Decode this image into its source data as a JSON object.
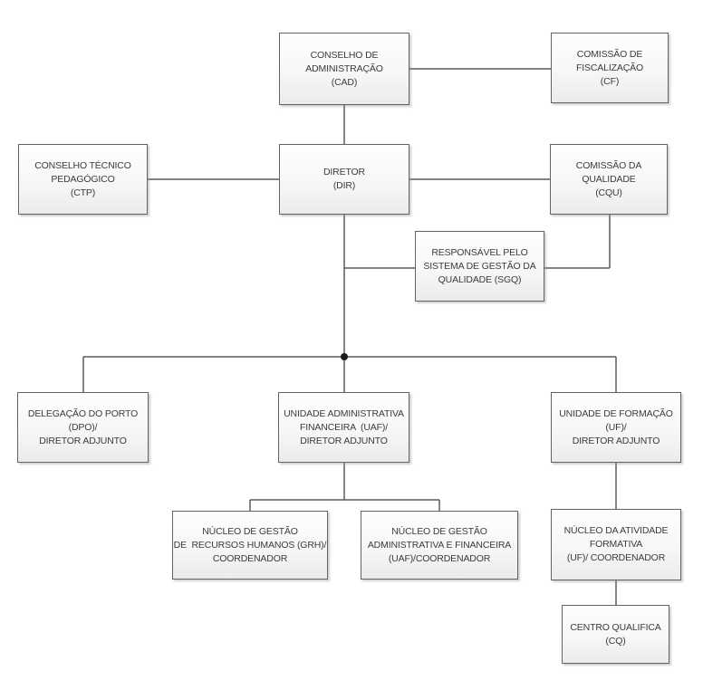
{
  "diagram": {
    "type": "org-chart",
    "nodes": [
      {
        "id": "cad",
        "label": "CONSELHO DE\nADMINISTRAÇÃO\n(CAD)"
      },
      {
        "id": "cf",
        "label": "COMISSÃO DE\nFISCALIZAÇÃO\n(CF)"
      },
      {
        "id": "ctp",
        "label": "CONSELHO TÉCNICO\nPEDAGÓGICO\n(CTP)"
      },
      {
        "id": "dir",
        "label": "DIRETOR\n(DIR)"
      },
      {
        "id": "cqu",
        "label": "COMISSÃO DA\nQUALIDADE\n(CQU)"
      },
      {
        "id": "sgq",
        "label": "RESPONSÁVEL PELO\nSISTEMA DE GESTÃO DA\nQUALIDADE (SGQ)"
      },
      {
        "id": "dpo",
        "label": "DELEGAÇÃO DO PORTO\n(DPO)/\nDIRETOR ADJUNTO"
      },
      {
        "id": "uaf",
        "label": "UNIDADE ADMINISTRATIVA\nFINANCEIRA  (UAF)/\nDIRETOR ADJUNTO"
      },
      {
        "id": "uf",
        "label": "UNIDADE DE FORMAÇÃO\n(UF)/\nDIRETOR ADJUNTO"
      },
      {
        "id": "grh",
        "label": "NÚCLEO DE GESTÃO\nDE  RECURSOS HUMANOS (GRH)/\nCOORDENADOR"
      },
      {
        "id": "ngaf",
        "label": "NÚCLEO DE GESTÃO\nADMINISTRATIVA E FINANCEIRA\n(UAF)/COORDENADOR"
      },
      {
        "id": "naf",
        "label": "NÚCLEO DA ATIVIDADE\nFORMATIVA\n(UF)/ COORDENADOR"
      },
      {
        "id": "cq",
        "label": "CENTRO QUALIFICA\n(CQ)"
      }
    ],
    "edges": [
      [
        "cad",
        "cf"
      ],
      [
        "cad",
        "dir"
      ],
      [
        "ctp",
        "dir"
      ],
      [
        "dir",
        "cqu"
      ],
      [
        "dir",
        "sgq"
      ],
      [
        "cqu",
        "sgq"
      ],
      [
        "dir",
        "dpo"
      ],
      [
        "dir",
        "uaf"
      ],
      [
        "dir",
        "uf"
      ],
      [
        "uaf",
        "grh"
      ],
      [
        "uaf",
        "ngaf"
      ],
      [
        "uf",
        "naf"
      ],
      [
        "naf",
        "cq"
      ]
    ],
    "colors": {
      "line": "#5a5a5a",
      "box_border": "#636363",
      "box_fill_top": "#fefefe",
      "box_fill_bottom": "#ebebeb",
      "text": "#3b3b3b",
      "background": "#ffffff"
    }
  }
}
